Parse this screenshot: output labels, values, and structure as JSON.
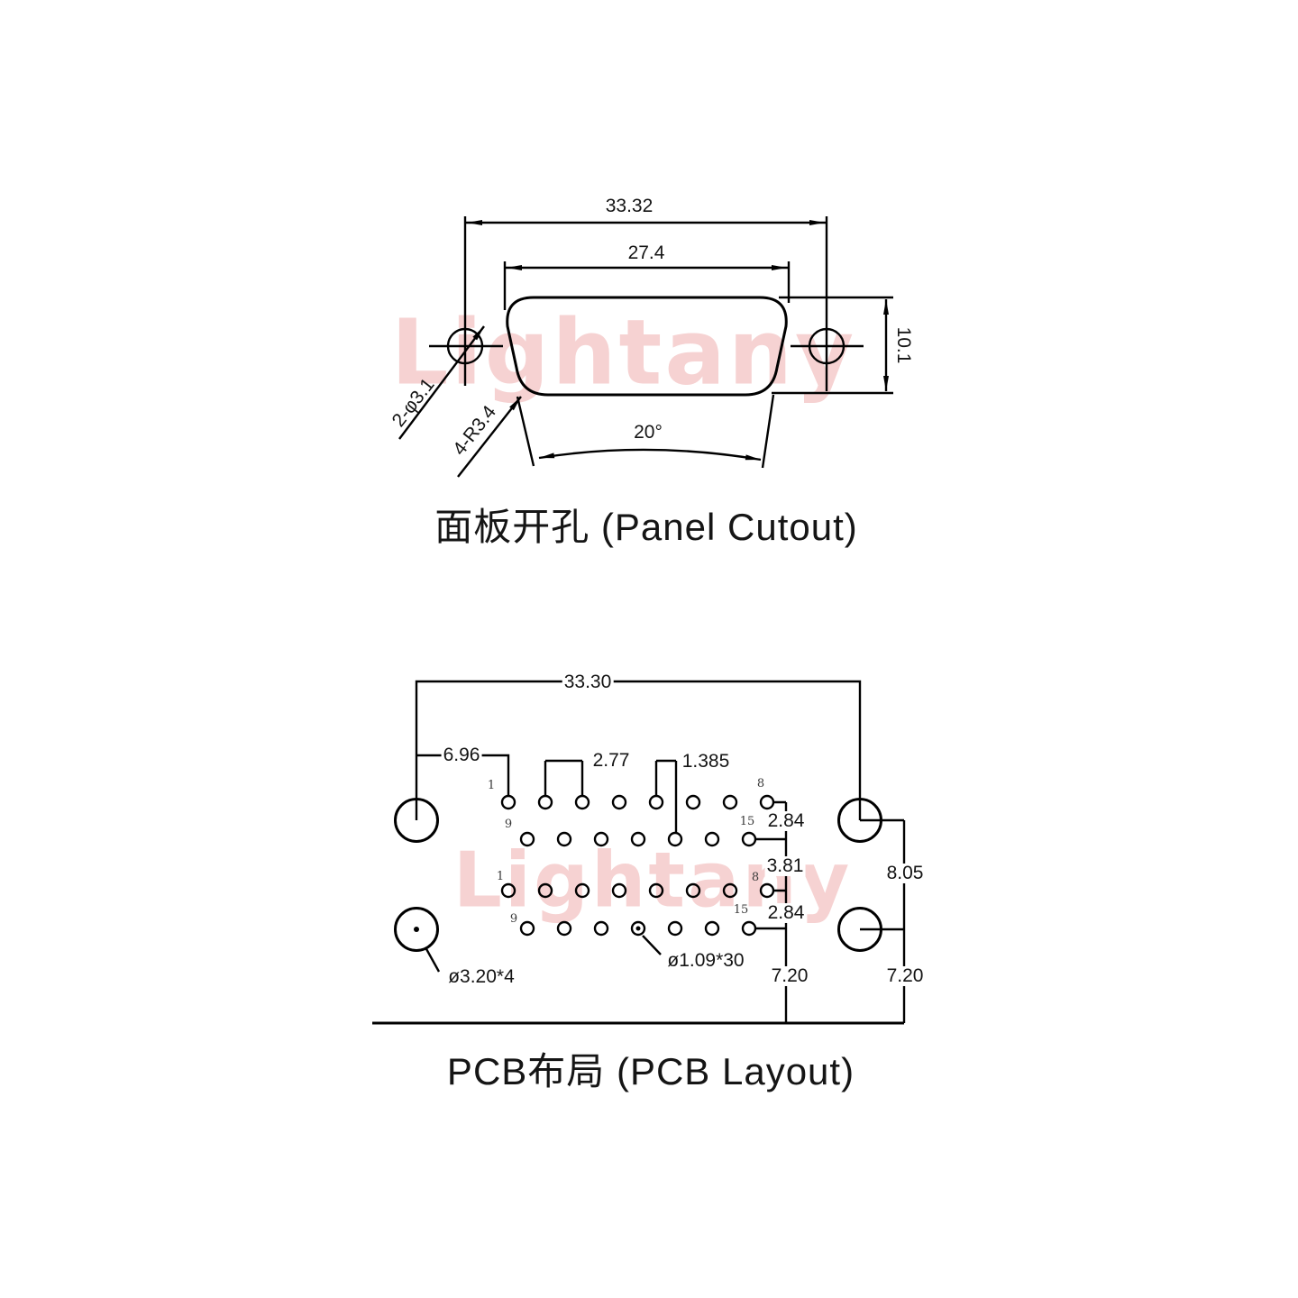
{
  "watermark": {
    "text": "Lightany"
  },
  "panel": {
    "title": "面板开孔 (Panel Cutout)",
    "dim_width_outer": "33.32",
    "dim_width_inner": "27.4",
    "dim_height": "10.1",
    "dim_angle": "20°",
    "label_holes": "2-φ3.1",
    "label_radius": "4-R3.4"
  },
  "pcb": {
    "title": "PCB布局 (PCB Layout)",
    "dim_width": "33.30",
    "dim_pin1_offset": "6.96",
    "dim_pitch": "2.77",
    "dim_row_offset": "1.385",
    "dim_row_gap_top": "2.84",
    "dim_row_gap_mid": "3.81",
    "dim_row_gap_bottom": "2.84",
    "dim_hole_spacing": "8.05",
    "dim_edge_inner": "7.20",
    "dim_edge_outer": "7.20",
    "label_mount_hole": "ø3.20*4",
    "label_pin_hole": "ø1.09*30",
    "pins": {
      "row1_first": "1",
      "row1_last": "8",
      "row2_first": "9",
      "row2_last": "15",
      "row3_first": "1",
      "row3_last": "8",
      "row4_first": "9",
      "row4_last": "15"
    }
  }
}
